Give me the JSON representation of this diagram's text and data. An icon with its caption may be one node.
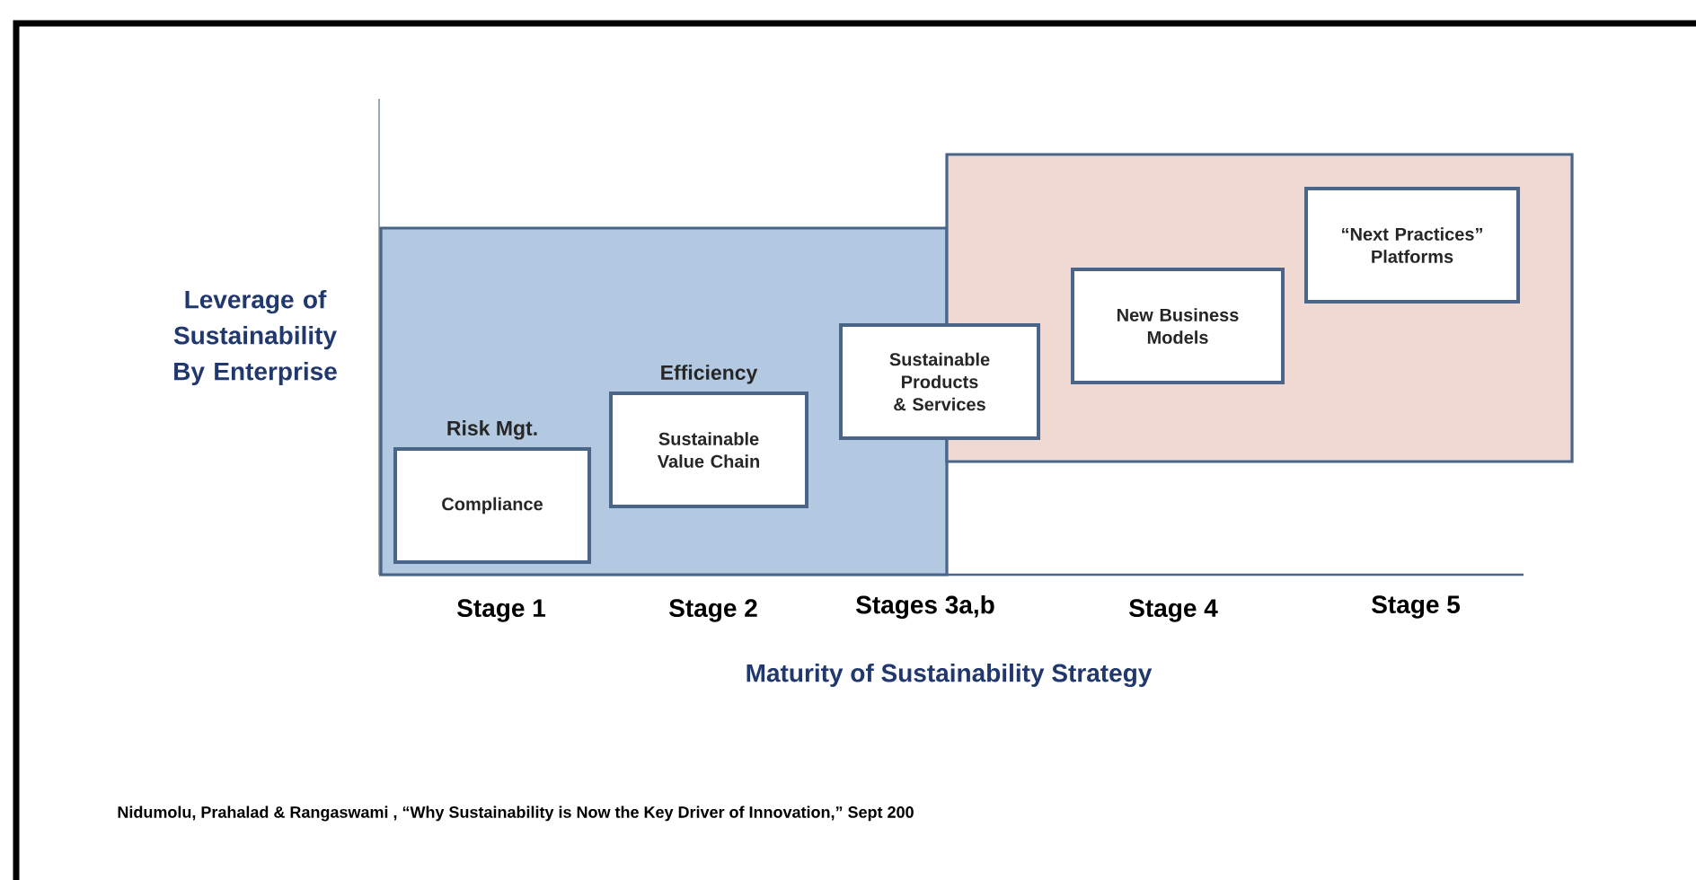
{
  "diagram": {
    "nodes": [
      {
        "text": [],
        "shape": "box"
      },
      {
        "text": [],
        "shape": "box"
      },
      {
        "text": [
          "Risk Mgt.",
          "Compliance"
        ],
        "in": 0
      },
      {
        "text": [
          "Efficiency",
          "Sustainable Value Chain"
        ],
        "in": 0
      },
      {
        "text": [
          "Sustainable Products & Services"
        ]
      },
      {
        "text": [
          "New Business Models"
        ],
        "in": 1
      },
      {
        "text": [
          "“Next Practices” Platforms"
        ],
        "in": 1
      }
    ],
    "edges": [],
    "labels": [
      "Leverage of Sustainability By Enterprise",
      "Stage 1",
      "Stage 2",
      "Stages 3a,b",
      "Stage 4",
      "Stage  5",
      "Maturity of Sustainability Strategy",
      "Nidumolu, Prahalad & Rangaswami , “Why Sustainability is Now the Key Driver of Innovation,” Sept 200"
    ]
  }
}
